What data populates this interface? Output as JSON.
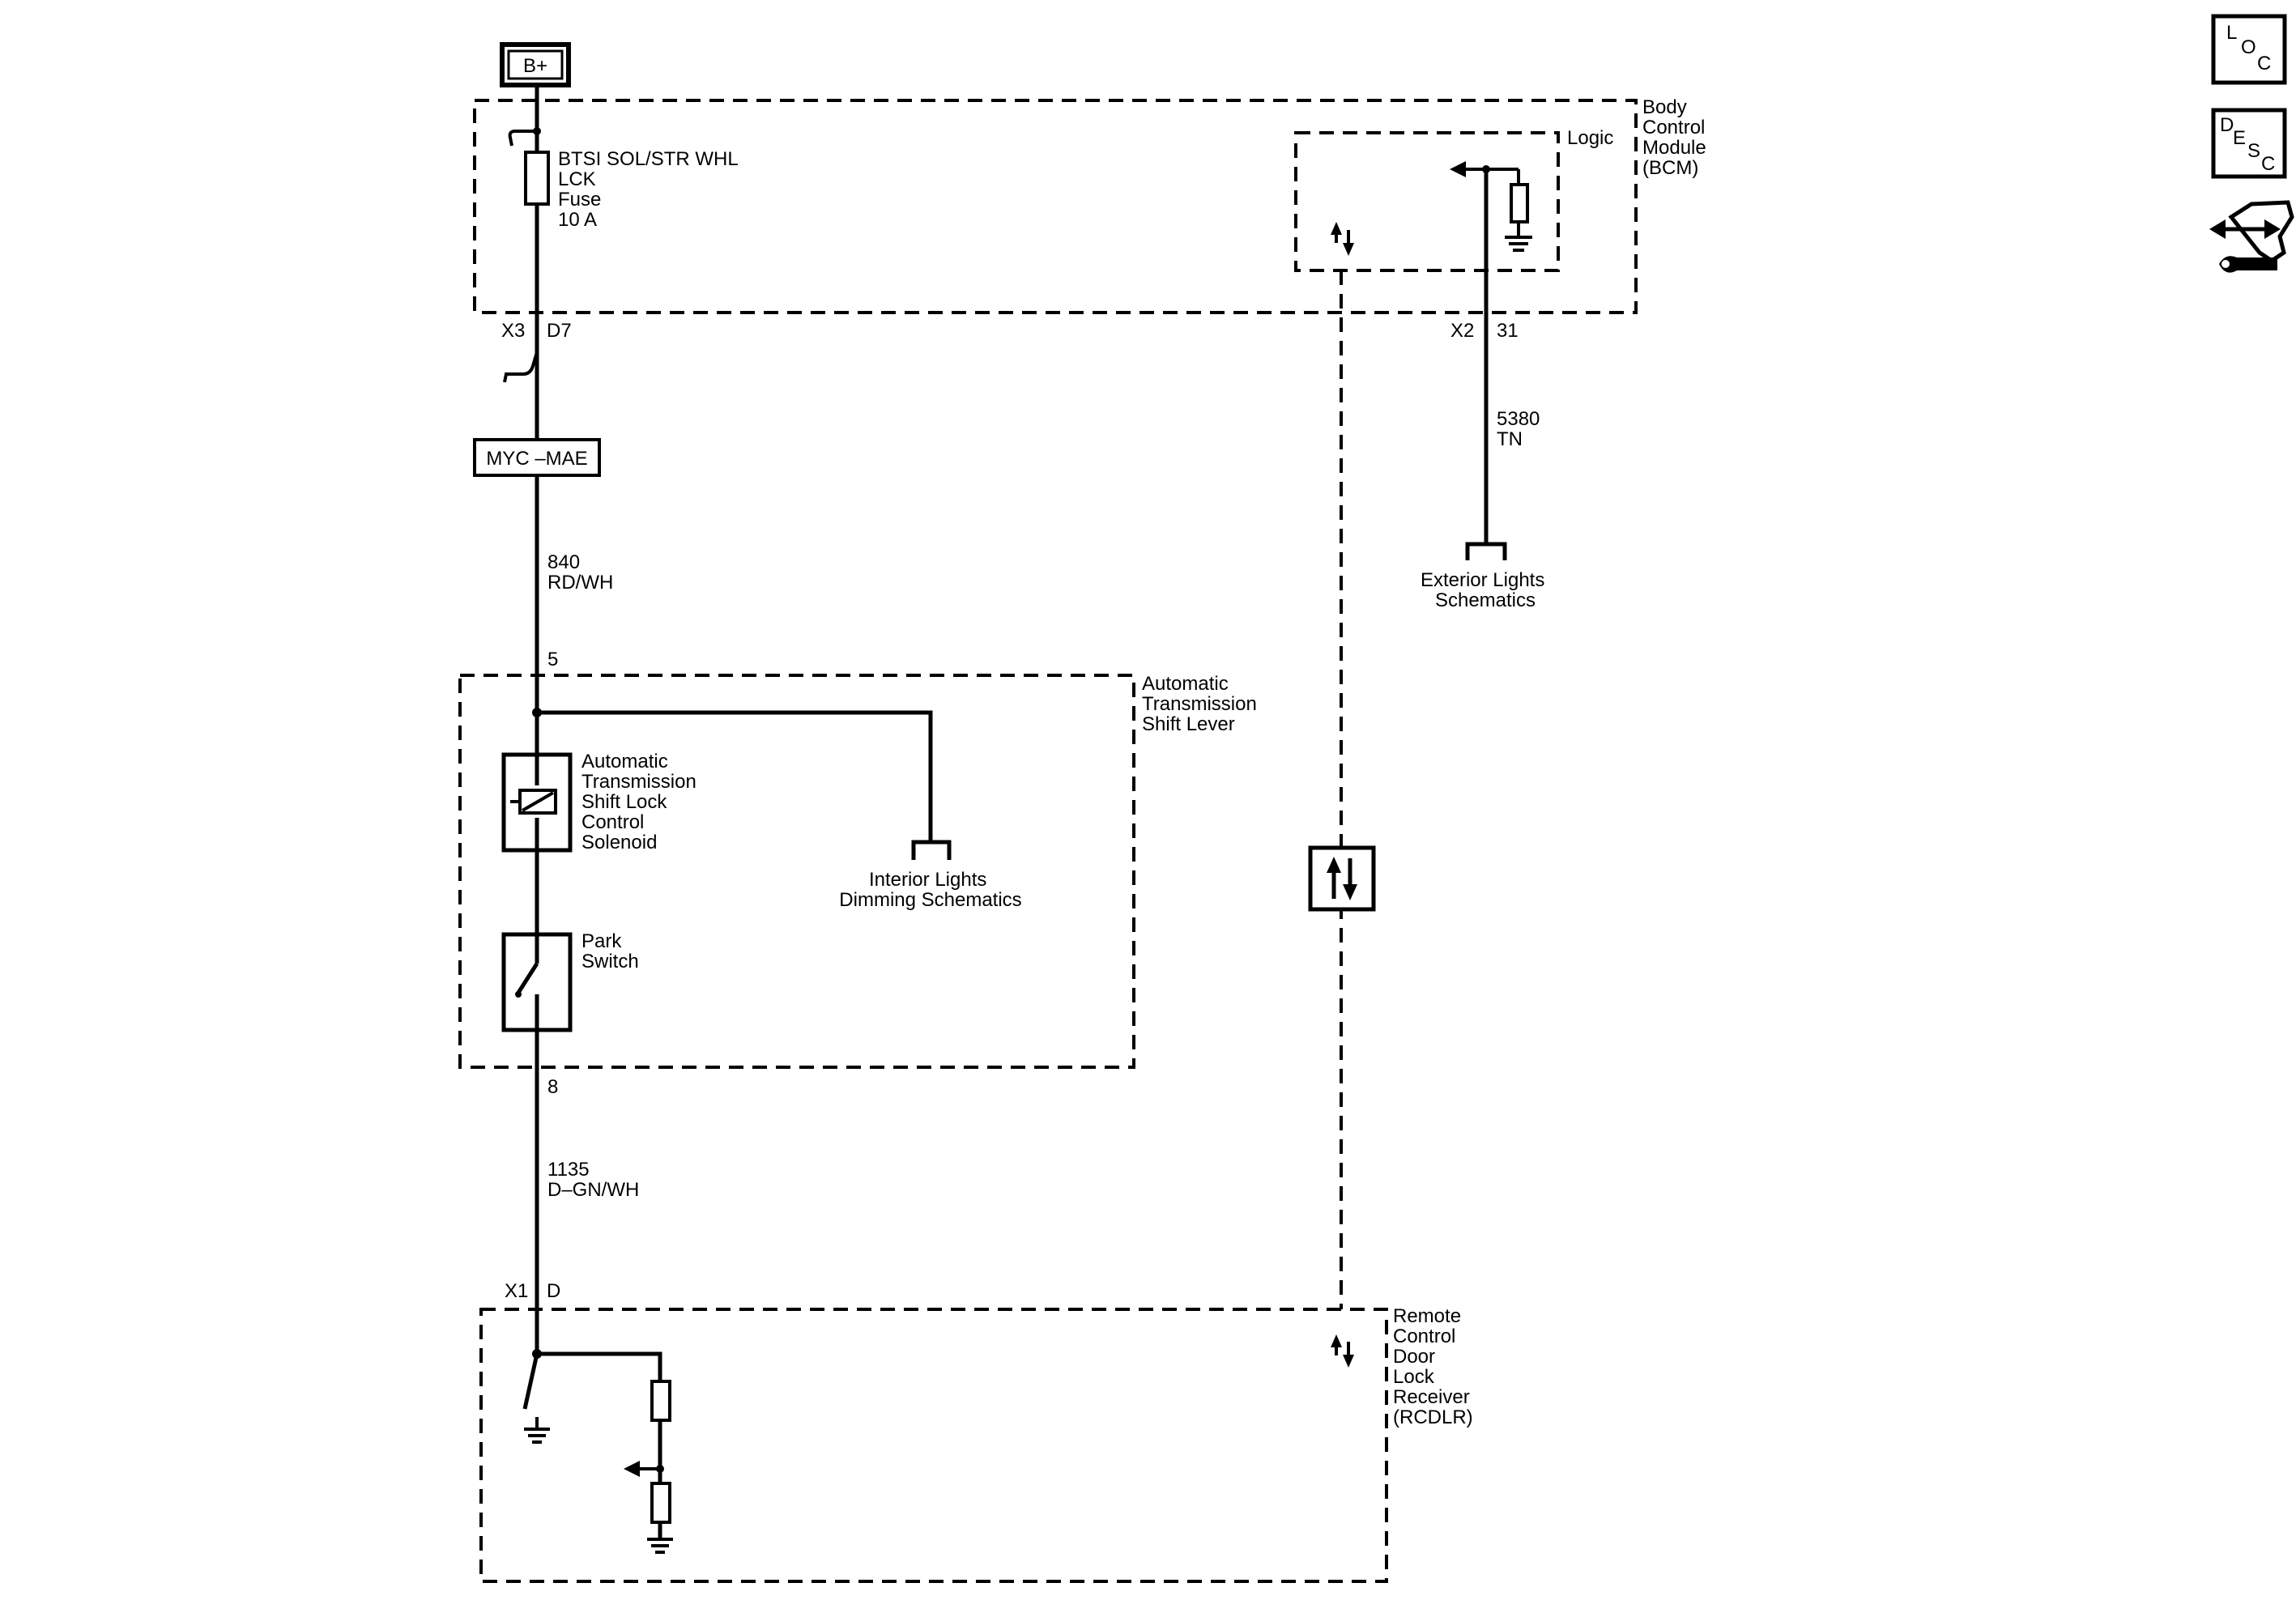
{
  "power": {
    "label": "B+"
  },
  "bcm": {
    "name_lines": [
      "Body",
      "Control",
      "Module",
      "(BCM)"
    ],
    "logic_label": "Logic",
    "fuse_lines": [
      "BTSI SOL/STR WHL",
      "LCK",
      "Fuse",
      "10 A"
    ],
    "connector_left": {
      "name": "X3",
      "pin": "D7"
    },
    "connector_right": {
      "name": "X2",
      "pin": "31"
    }
  },
  "splice_pack": {
    "label": "MYC –MAE"
  },
  "wires": {
    "w840": [
      "840",
      "RD/WH"
    ],
    "w5380": [
      "5380",
      "TN"
    ],
    "w1135": [
      "1135",
      "D–GN/WH"
    ]
  },
  "exterior_ref": [
    "Exterior Lights",
    "Schematics"
  ],
  "shift_lever": {
    "name_lines": [
      "Automatic",
      "Transmission",
      "Shift Lever"
    ],
    "pin_top": "5",
    "pin_bottom": "8",
    "solenoid_lines": [
      "Automatic",
      "Transmission",
      "Shift Lock",
      "Control",
      "Solenoid"
    ],
    "park_switch_lines": [
      "Park",
      "Switch"
    ],
    "interior_ref": [
      "Interior Lights",
      "Dimming Schematics"
    ]
  },
  "rcdlr": {
    "name_lines": [
      "Remote",
      "Control",
      "Door",
      "Lock",
      "Receiver",
      "(RCDLR)"
    ],
    "connector": {
      "name": "X1",
      "pin": "D"
    }
  },
  "side_icons": {
    "loc": [
      "L",
      "O",
      "C"
    ],
    "desc": [
      "D",
      "E",
      "S",
      "C"
    ],
    "service": "wrench-arrows-icon"
  }
}
